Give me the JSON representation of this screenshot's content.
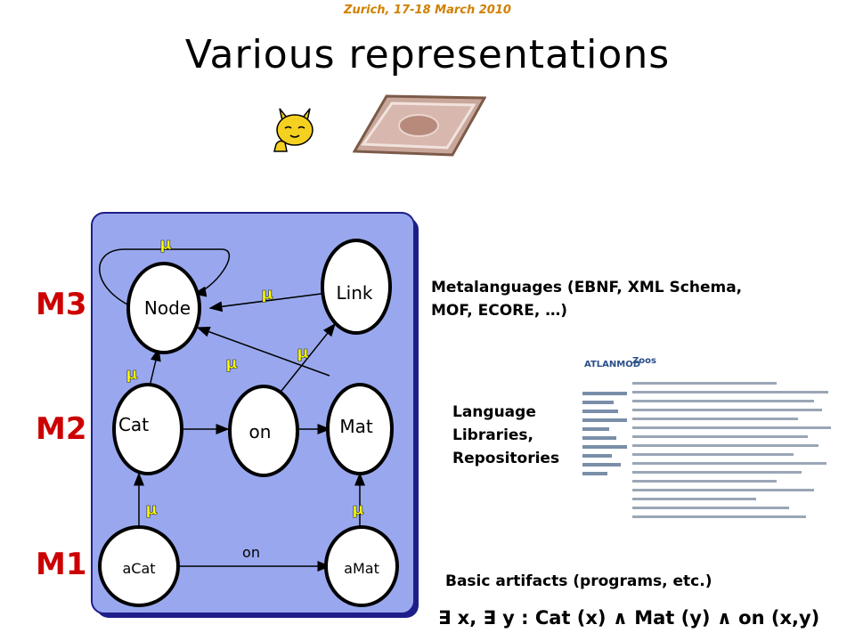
{
  "header": {
    "place": "Zurich,",
    "dates": "17-18 March 2010"
  },
  "slide": {
    "title": "Various representations"
  },
  "levels": {
    "m3": "M3",
    "m2": "M2",
    "m1": "M1"
  },
  "nodes": {
    "node": "Node",
    "link": "Link",
    "cat": "Cat",
    "on": "on",
    "mat": "Mat",
    "acat": "aCat",
    "amat": "aMat"
  },
  "edge_labels": {
    "on_link": "on",
    "mu": "μ"
  },
  "descriptions": {
    "m3_line1": "Metalanguages (EBNF,  XML Schema,",
    "m3_line2": "MOF, ECORE, …)",
    "m2_line1": "Language",
    "m2_line2": "Libraries,",
    "m2_line3": "Repositories",
    "m1": "Basic artifacts (programs, etc.)"
  },
  "formula": "∃ x, ∃ y : Cat (x) ∧ Mat (y) ∧ on (x,y)",
  "thumbnail": {
    "brand": "ATLANMOD",
    "heading": "Zoos"
  },
  "colors": {
    "panel": "#99a8ee",
    "mu": "#ffff00",
    "levels": "#cc0000",
    "header": "#d08000"
  }
}
